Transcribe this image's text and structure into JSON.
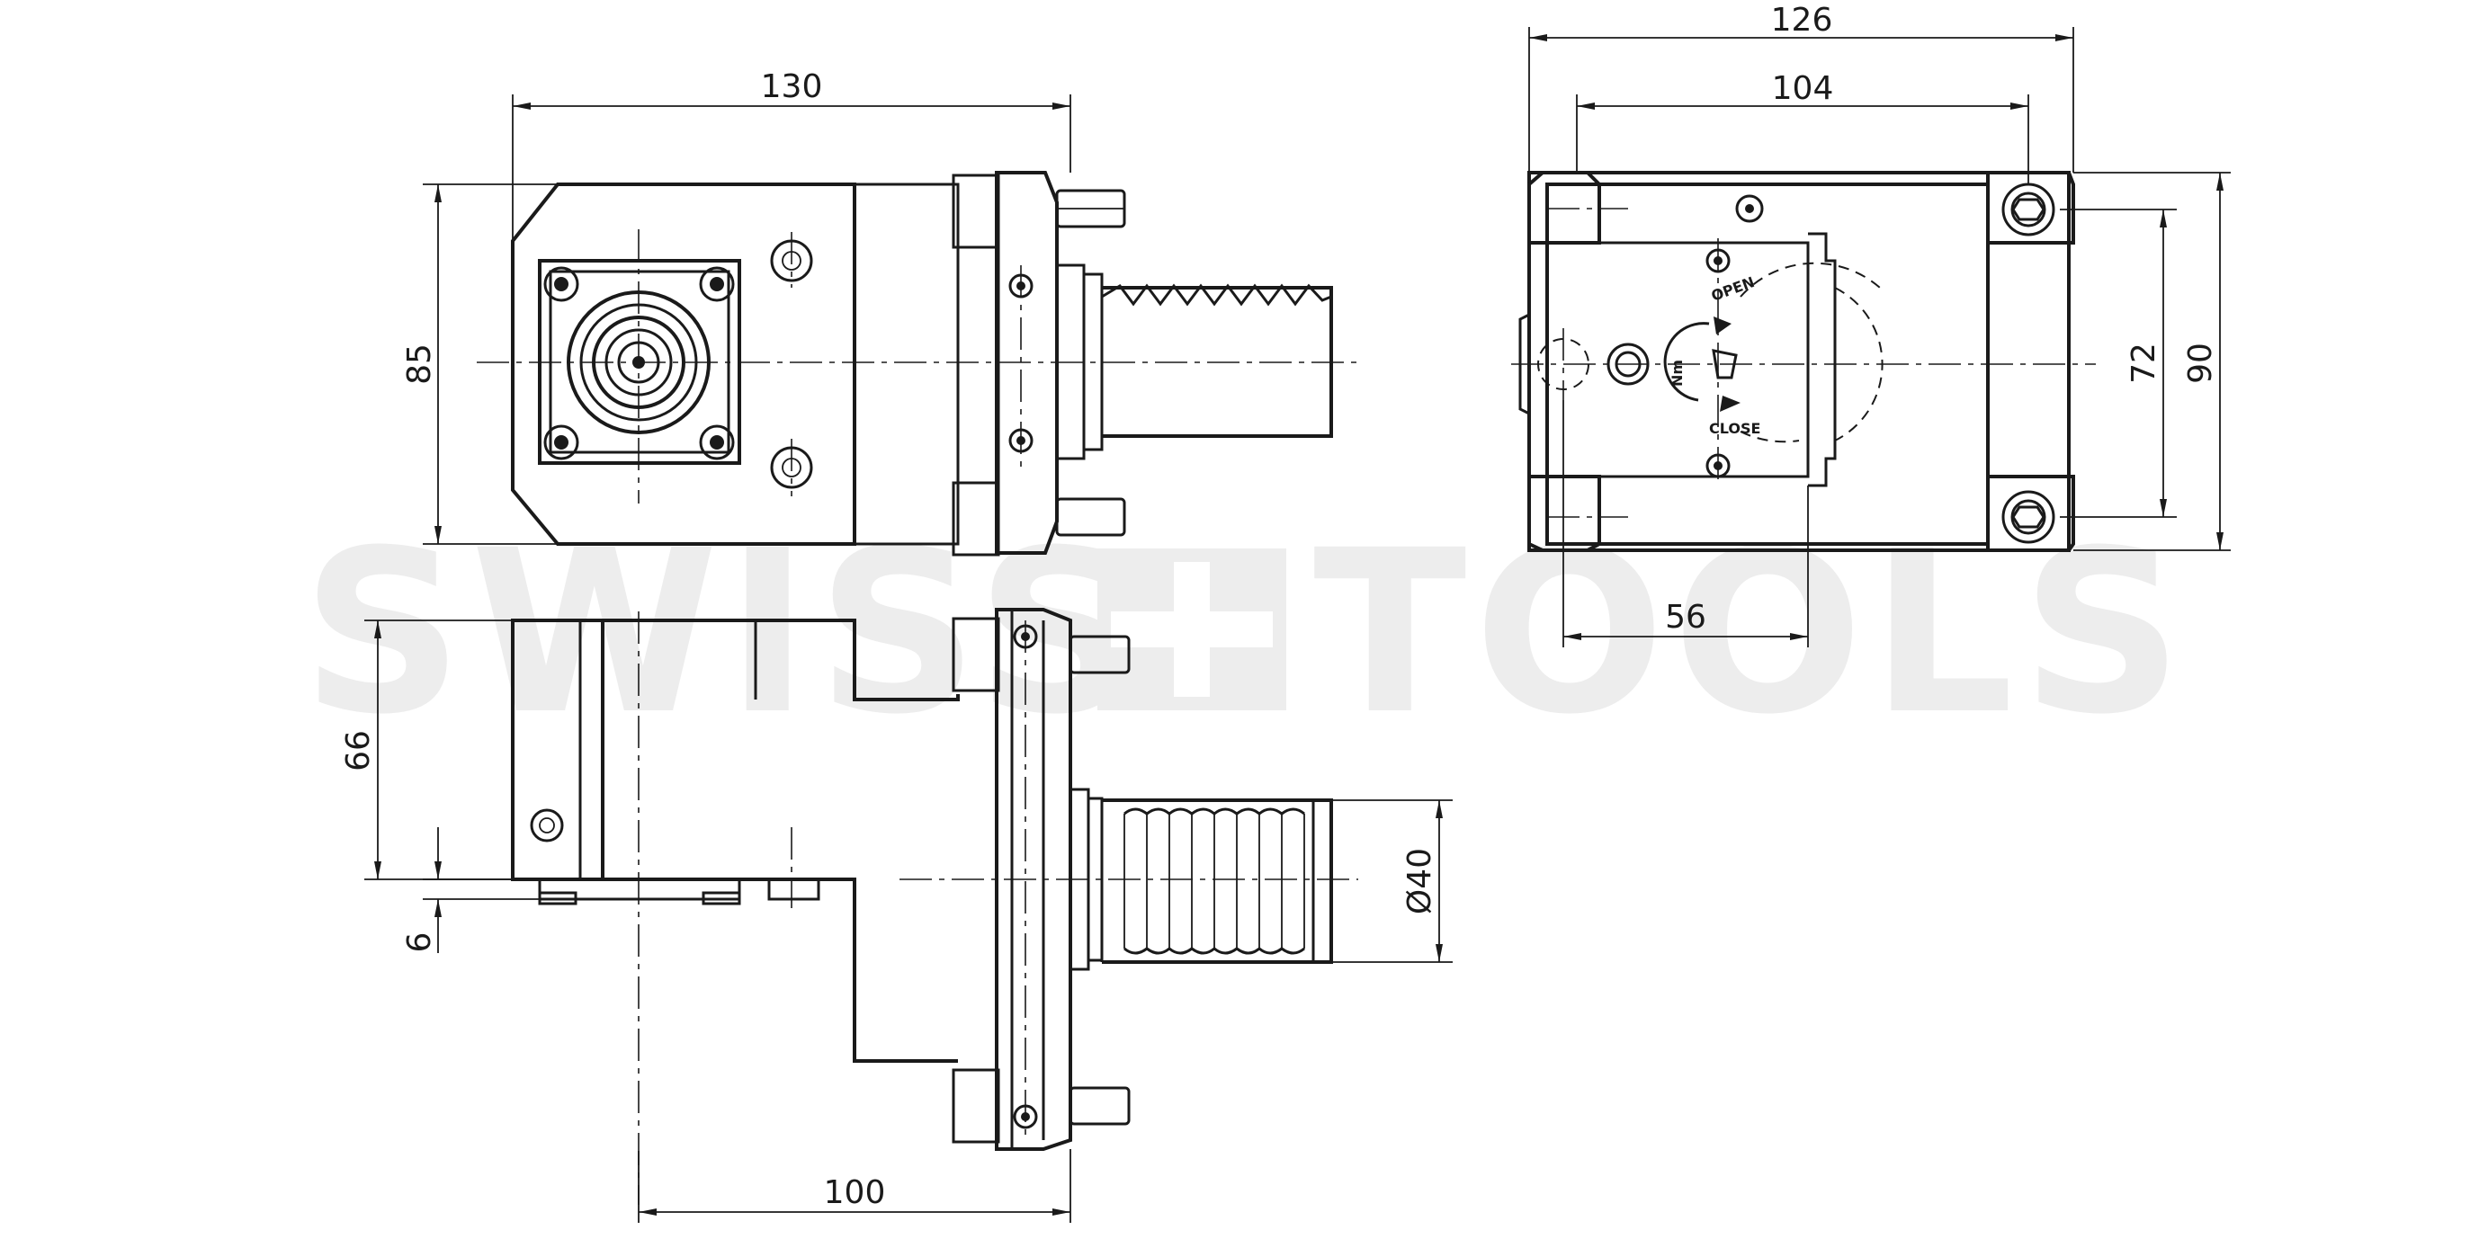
{
  "watermark": {
    "left": "SWISS",
    "right": "TOOLS"
  },
  "front_view": {
    "width_dim": "130",
    "height_dim": "85"
  },
  "side_view": {
    "total_width_dim": "126",
    "inner_width_dim": "104",
    "hole_spacing_dim": "72",
    "height_dim": "90",
    "offset_dim": "56"
  },
  "top_view": {
    "height_dim": "66",
    "step_dim": "6",
    "diameter_dim": "Ø40",
    "length_dim": "100"
  },
  "engraving": {
    "open_label": "OPEN",
    "close_label": "CLOSE",
    "torque_label": "Nm"
  }
}
